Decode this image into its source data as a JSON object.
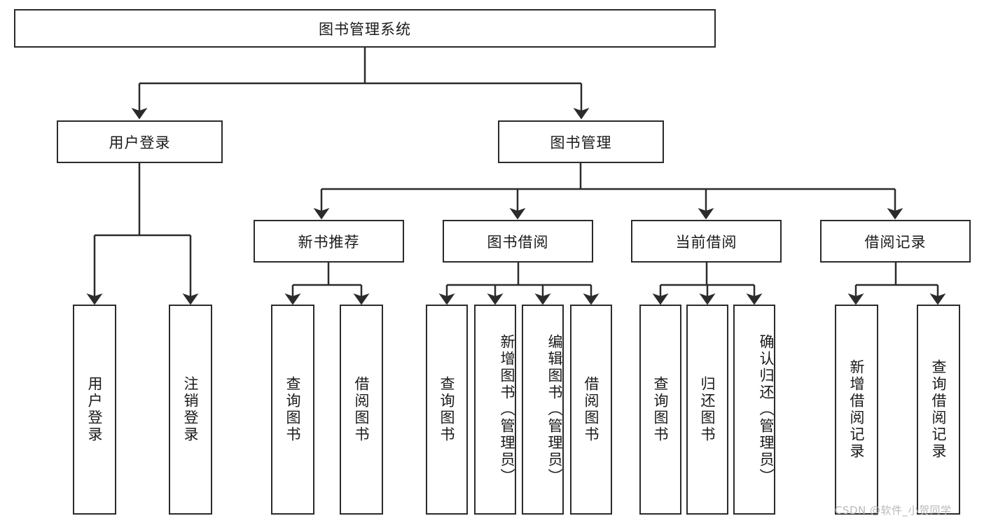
{
  "diagram": {
    "title": "图书管理系统",
    "type": "tree-hierarchy",
    "root": {
      "label": "图书管理系统",
      "orientation": "horizontal"
    },
    "level1": [
      {
        "label": "用户登录",
        "orientation": "horizontal"
      },
      {
        "label": "图书管理",
        "orientation": "horizontal"
      }
    ],
    "level2": [
      {
        "label": "新书推荐",
        "orientation": "horizontal"
      },
      {
        "label": "图书借阅",
        "orientation": "horizontal"
      },
      {
        "label": "当前借阅",
        "orientation": "horizontal"
      },
      {
        "label": "借阅记录",
        "orientation": "horizontal"
      }
    ],
    "leaves": {
      "user_login": [
        {
          "label": "用户登录",
          "orientation": "vertical"
        },
        {
          "label": "注销登录",
          "orientation": "vertical"
        }
      ],
      "new_book_recommend": [
        {
          "label": "查询图书",
          "orientation": "vertical"
        },
        {
          "label": "借阅图书",
          "orientation": "vertical"
        }
      ],
      "book_borrow": [
        {
          "label": "查询图书",
          "orientation": "vertical"
        },
        {
          "label": "新增图书（管理员）",
          "orientation": "vertical"
        },
        {
          "label": "编辑图书（管理员）",
          "orientation": "vertical"
        },
        {
          "label": "借阅图书",
          "orientation": "vertical"
        }
      ],
      "current_borrow": [
        {
          "label": "查询图书",
          "orientation": "vertical"
        },
        {
          "label": "归还图书",
          "orientation": "vertical"
        },
        {
          "label": "确认归还（管理员）",
          "orientation": "vertical"
        }
      ],
      "borrow_record": [
        {
          "label": "新增借阅记录",
          "orientation": "vertical"
        },
        {
          "label": "查询借阅记录",
          "orientation": "vertical"
        }
      ]
    },
    "colors": {
      "stroke": "#2b2b2b",
      "fill": "#ffffff",
      "text": "#1a1a1a",
      "watermark": "#b9b9b9"
    }
  },
  "watermark": {
    "text": "CSDN @软件_小贺同学"
  }
}
